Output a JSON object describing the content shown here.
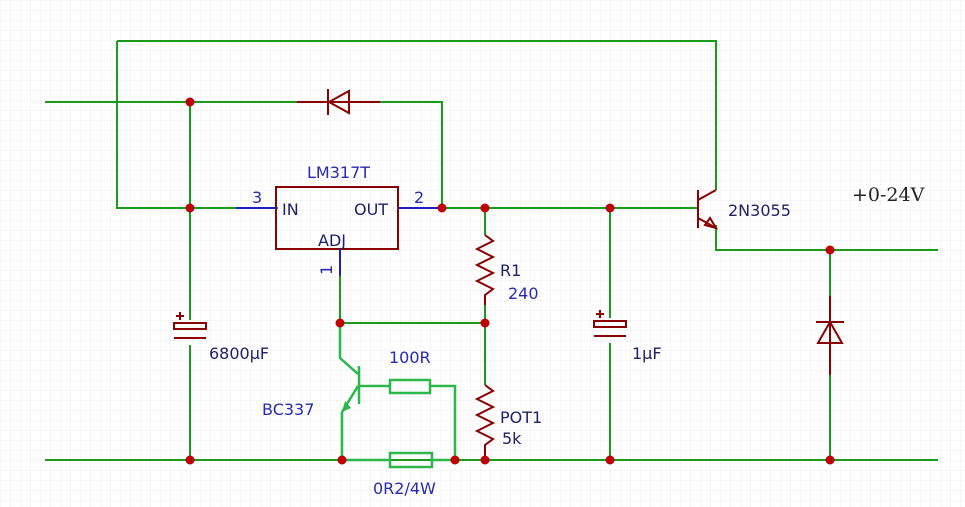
{
  "regulator": {
    "name": "LM317T",
    "pin_in": "IN",
    "pin_out": "OUT",
    "pin_adj": "ADJ",
    "pin_in_num": "3",
    "pin_out_num": "2",
    "pin_adj_num": "1"
  },
  "r1": {
    "ref": "R1",
    "value": "240"
  },
  "pot": {
    "ref": "POT1",
    "value": "5k"
  },
  "c_in": {
    "value": "6800µF"
  },
  "c_out": {
    "value": "1µF"
  },
  "transistor_q1": {
    "name": "2N3055"
  },
  "transistor_q2": {
    "name": "BC337"
  },
  "r_base": {
    "value": "100R"
  },
  "r_sense": {
    "value": "0R2/4W"
  },
  "output_label": "+0-24V",
  "colors": {
    "wire": "#1a9b1a",
    "component": "#8b0000",
    "pin": "#1f1fc0",
    "label": "#2929b3",
    "junction": "#c00000"
  }
}
